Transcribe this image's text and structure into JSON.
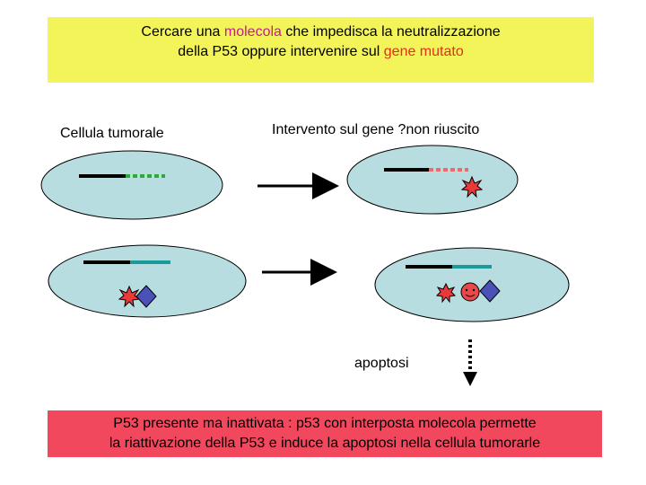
{
  "header": {
    "line1_pre": "Cercare una ",
    "line1_highlight": "molecola",
    "line1_post": " che impedisca la neutralizzazione",
    "line2_pre": "della P53 oppure intervenire sul ",
    "line2_highlight": "gene mutato"
  },
  "labels": {
    "tumor_cell": "Cellula tumorale",
    "gene_intervention": "Intervento sul gene ?non riuscito",
    "apoptosis": "apoptosi"
  },
  "footer": {
    "line1": "P53 presente ma inattivata : p53 con interposta molecola permette",
    "line2": "la riattivazione della P53  e induce la apoptosi nella cellula tumorarle"
  },
  "colors": {
    "cell_fill": "#b8dde0",
    "header_bg": "#f3f35a",
    "footer_bg": "#f2485e",
    "gene_black": "#000000",
    "gene_green": "#2ea838",
    "gene_pink": "#e07070",
    "gene_teal": "#1a9a9a",
    "star_red": "#e83a3a",
    "diamond_blue": "#4a52b8",
    "face_red": "#e84a4a"
  }
}
